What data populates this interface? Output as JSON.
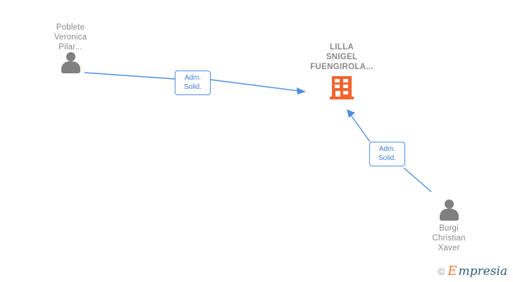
{
  "diagram": {
    "title": "Company relationship graph",
    "background_color": "#ffffff",
    "edge_color": "#4f8fe0",
    "company_color": "#f4642e",
    "person_color": "#808080",
    "label_text_color": "#8a8a8a"
  },
  "nodes": {
    "person_left": {
      "label": "Poblete\nVeronica\nPilar...",
      "icon": "person-icon",
      "type": "person"
    },
    "company": {
      "label": "LILLA\nSNIGEL\nFUENGIROLA...",
      "icon": "building-icon",
      "type": "company"
    },
    "person_bottom_right": {
      "label": "Burgi\nChristian\nXaver",
      "icon": "person-icon",
      "type": "person"
    }
  },
  "edges": [
    {
      "from": "person_left",
      "to": "company",
      "label": "Adm.\nSolid."
    },
    {
      "from": "person_bottom_right",
      "to": "company",
      "label": "Adm.\nSolid."
    }
  ],
  "watermark": {
    "copyright": "©",
    "brand_initial": "E",
    "brand_rest": "mpresia"
  }
}
